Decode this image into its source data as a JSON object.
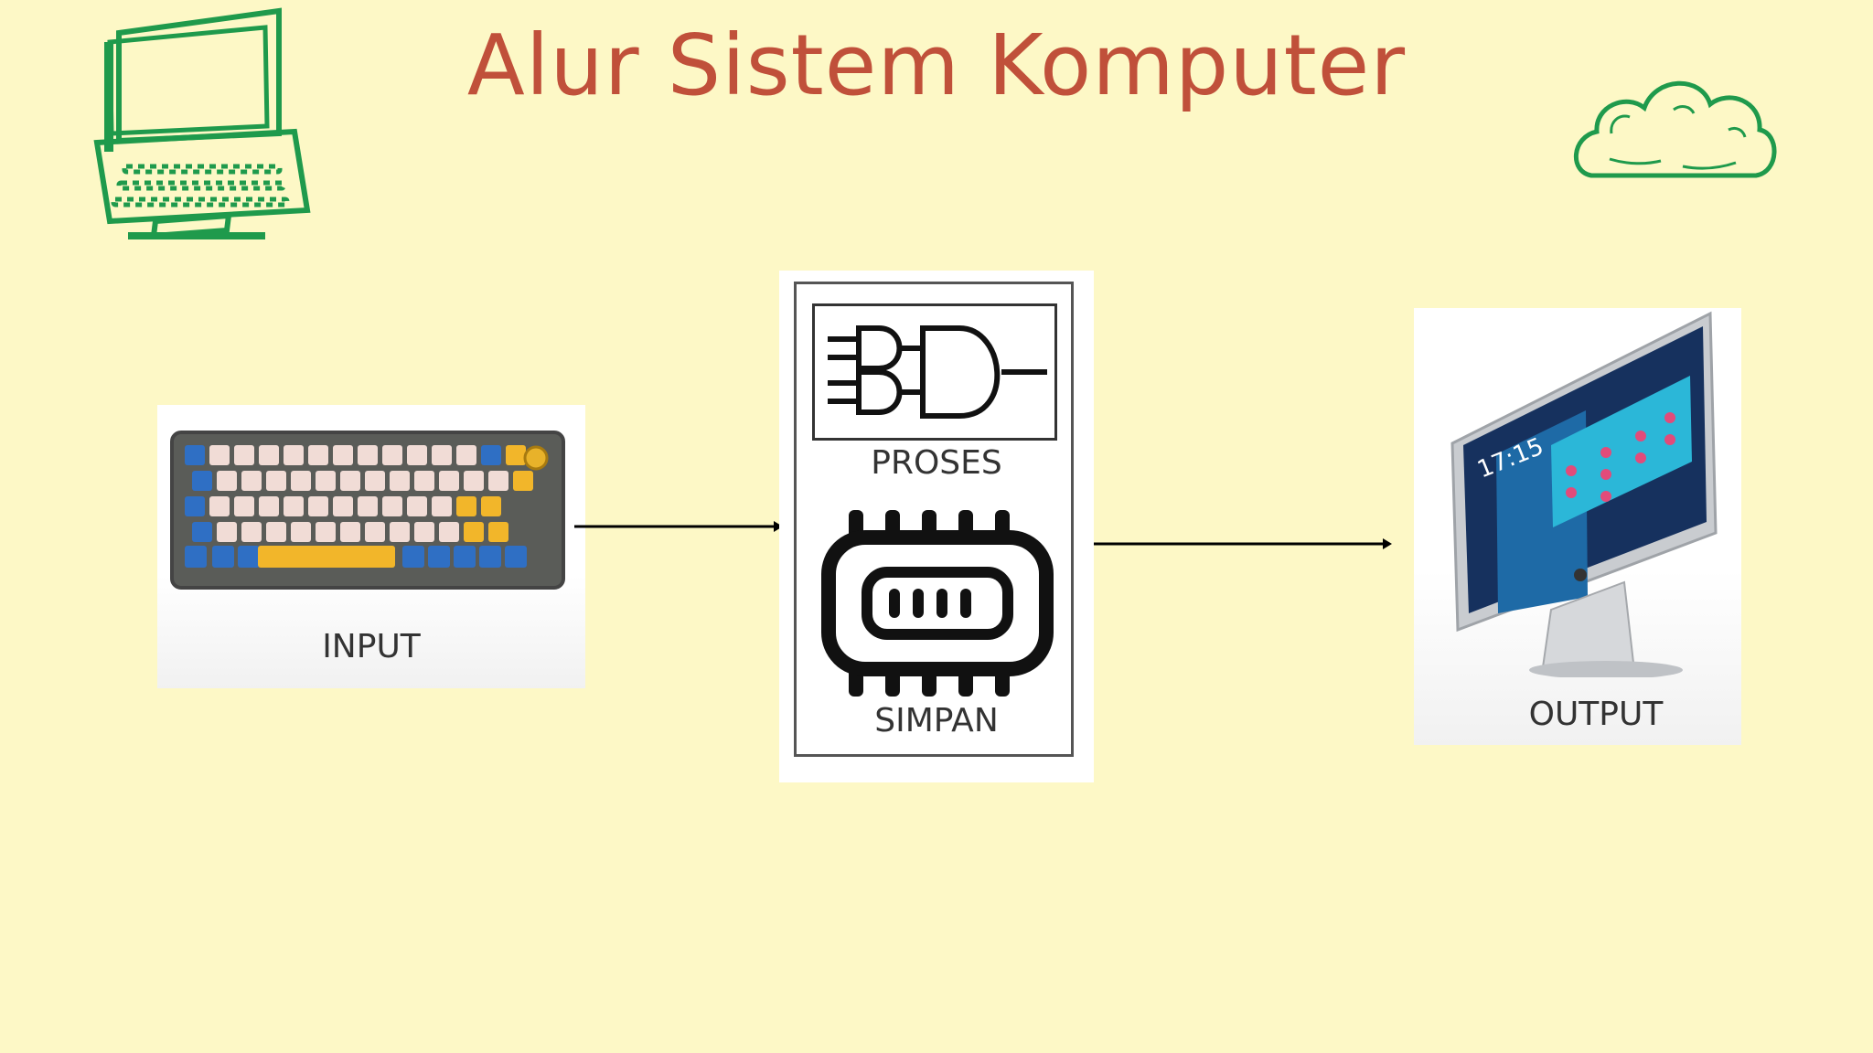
{
  "title": "Alur Sistem Komputer",
  "colors": {
    "background": "#fdf8c6",
    "title": "#c0503a",
    "icon_green": "#1f9a4c",
    "arrow": "#000000"
  },
  "nodes": {
    "input": {
      "label": "INPUT",
      "icon": "keyboard-icon"
    },
    "process": {
      "label": "PROSES",
      "icon": "logic-gate-icon"
    },
    "storage": {
      "label": "SIMPAN",
      "icon": "memory-chip-icon"
    },
    "output": {
      "label": "OUTPUT",
      "icon": "monitor-icon",
      "clock": "17:15"
    }
  },
  "decorations": {
    "left": "laptop-icon",
    "right": "cloud-icon"
  }
}
